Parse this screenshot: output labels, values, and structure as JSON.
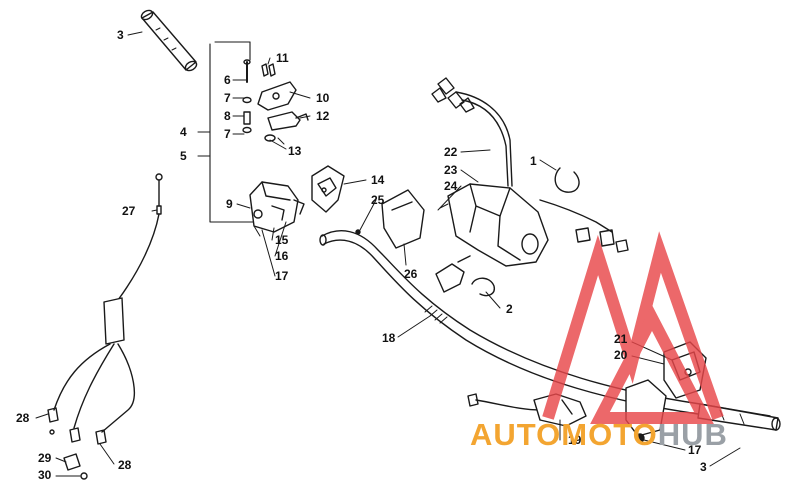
{
  "labels": {
    "l1": "1",
    "l2": "2",
    "l3a": "3",
    "l3b": "3",
    "l4": "4",
    "l5": "5",
    "l6": "6",
    "l7a": "7",
    "l7b": "7",
    "l8": "8",
    "l9": "9",
    "l10": "10",
    "l11": "11",
    "l12": "12",
    "l13": "13",
    "l14": "14",
    "l15": "15",
    "l16": "16",
    "l17a": "17",
    "l17b": "17",
    "l18": "18",
    "l19": "19",
    "l20": "20",
    "l21": "21",
    "l22": "22",
    "l23": "23",
    "l24": "24",
    "l25": "25",
    "l26": "26",
    "l27": "27",
    "l28a": "28",
    "l28b": "28",
    "l29": "29",
    "l30": "30"
  },
  "watermark": {
    "part1": "AUTO",
    "part2": "MOTO",
    "part3": "HUB",
    "accent_color": "#f3a531",
    "secondary_color": "#9aa0a6",
    "logo_color": "#e8474a"
  }
}
